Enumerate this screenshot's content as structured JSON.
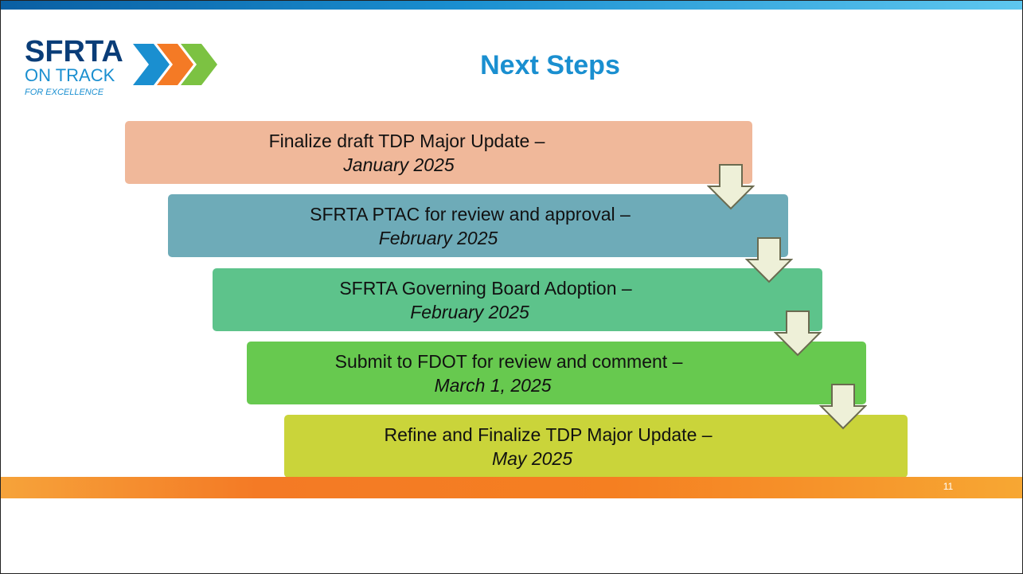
{
  "logo": {
    "line1": "SFRTA",
    "line2": "ON TRACK",
    "line3": "FOR EXCELLENCE",
    "colors": {
      "blue": "#1a8fd0",
      "orange": "#f47a25",
      "green": "#7cc242",
      "navy": "#0a3d78"
    }
  },
  "title": "Next Steps",
  "steps": [
    {
      "text": "Finalize draft TDP Major Update –",
      "date": "January 2025",
      "color": "#f0b89a"
    },
    {
      "text": "SFRTA PTAC for review and approval  –",
      "date": "February 2025",
      "color": "#6eabb8"
    },
    {
      "text": "SFRTA Governing Board Adoption –",
      "date": "February 2025",
      "color": "#5dc38b"
    },
    {
      "text": "Submit to FDOT for review and comment –",
      "date": "March 1, 2025",
      "color": "#67c94f"
    },
    {
      "text": "Refine and Finalize TDP Major Update –",
      "date": "May 2025",
      "color": "#cad43a"
    }
  ],
  "arrow_icon": "down-arrow-icon",
  "page_number": "11"
}
